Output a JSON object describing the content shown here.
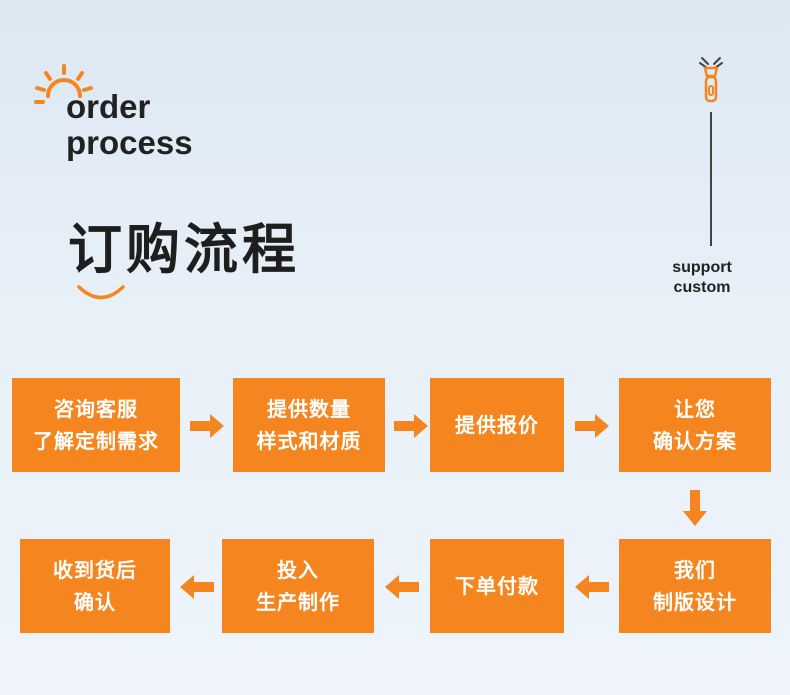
{
  "header": {
    "english_line1": "order",
    "english_line2": "process",
    "chinese_title": "订购流程",
    "side_line1": "support",
    "side_line2": "custom"
  },
  "colors": {
    "accent": "#f5861f",
    "text": "#222222"
  },
  "icons": [
    "sun-icon",
    "smile-icon",
    "zipper-icon",
    "arrow-right-icon",
    "arrow-down-icon",
    "arrow-left-icon"
  ],
  "steps": [
    {
      "line1": "咨询客服",
      "line2": "了解定制需求"
    },
    {
      "line1": "提供数量",
      "line2": "样式和材质"
    },
    {
      "line1": "提供报价",
      "line2": ""
    },
    {
      "line1": "让您",
      "line2": "确认方案"
    },
    {
      "line1": "我们",
      "line2": "制版设计"
    },
    {
      "line1": "下单付款",
      "line2": ""
    },
    {
      "line1": "投入",
      "line2": "生产制作"
    },
    {
      "line1": "收到货后",
      "line2": "确认"
    }
  ]
}
